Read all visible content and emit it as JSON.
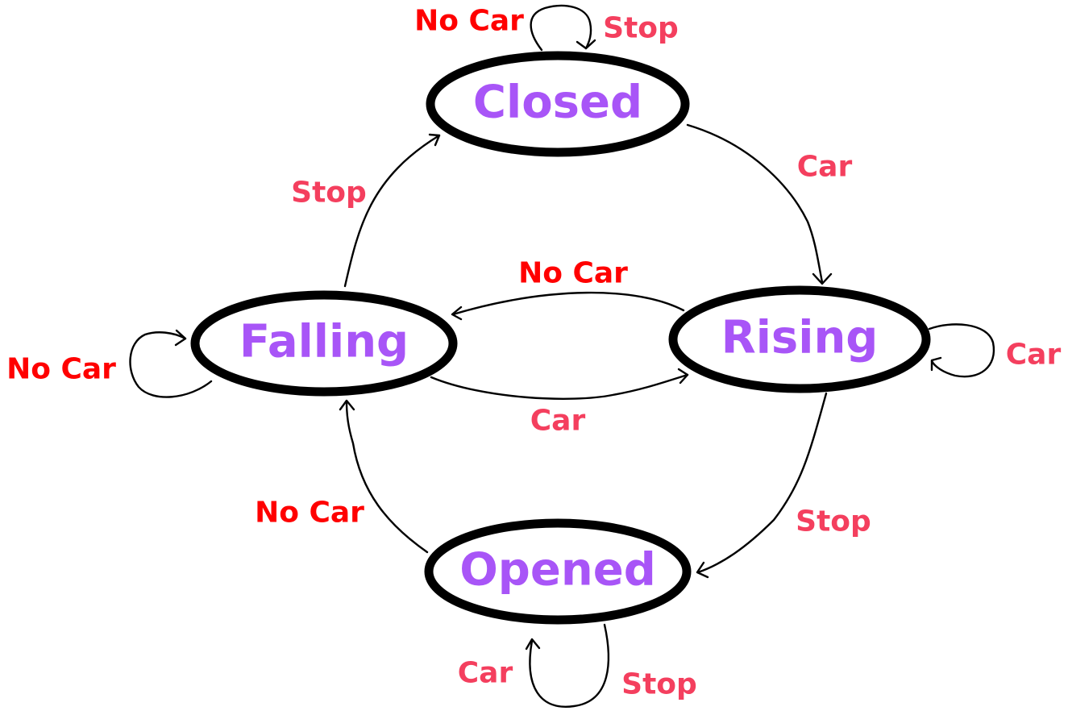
{
  "colors": {
    "state_text": "#a855f7",
    "event_label": "#f43f5e",
    "no_car_label": "#ff0000",
    "outline": "#000000",
    "background": "#ffffff"
  },
  "states": {
    "closed": "Closed",
    "rising": "Rising",
    "falling": "Falling",
    "opened": "Opened"
  },
  "transitions": {
    "closed_self_no_car": "No Car",
    "closed_self_stop": "Stop",
    "closed_to_rising": "Car",
    "falling_to_closed": "Stop",
    "rising_to_falling": "No Car",
    "falling_to_rising": "Car",
    "falling_self": "No Car",
    "rising_self": "Car",
    "rising_to_opened": "Stop",
    "opened_to_falling": "No Car",
    "opened_self_car": "Car",
    "opened_self_stop": "Stop"
  }
}
